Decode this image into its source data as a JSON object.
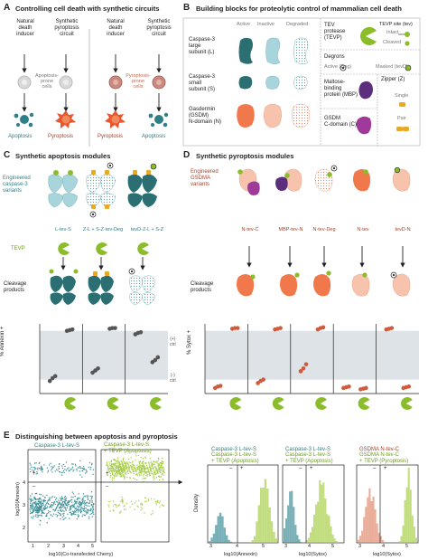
{
  "panelA": {
    "letter": "A",
    "title": "Controlling cell death with synthetic circuits",
    "col1_top": "Natural\ndeath\ninducer",
    "col2_top": "Synthetic\npyroptosis\ncircuit",
    "col3_top": "Natural\ndeath\ninducer",
    "col4_top": "Synthetic\npyroptosis\ncircuit",
    "apop_cells": "Apoptosis-\nprone\ncells",
    "pyro_cells": "Pyroptosis-\nprone\ncells",
    "out1": "Apoptosis",
    "out2": "Pyroptosis",
    "out3": "Pyroptosis",
    "out4": "Apoptosis"
  },
  "panelB": {
    "letter": "B",
    "title": "Building blocks for proteolytic control of mammalian cell death",
    "header_active": "Active",
    "header_inactive": "Inactive",
    "header_degraded": "Degraded",
    "row1": "Caspase-3\nlarge\nsubunit (L)",
    "row2": "Caspase-3\nsmall\nsubunit (S)",
    "row3": "Gasdermin\n(GSDM)\nN-domain (N)",
    "tevp": "TEV\nprotease\n(TEVP)",
    "tevp_site": "TEVP site (tev)",
    "intact": "Intact",
    "cleaved": "Cleaved",
    "degrons": "Degrons",
    "active_deg": "Active (Deg)",
    "masked": "Masked (tevD)",
    "mbp": "Maltose-\nbinding\nprotein (MBP)",
    "zipper": "Zipper (Z)",
    "single": "Single",
    "pair": "Pair",
    "gsdmc": "GSDM\nC-domain (C)"
  },
  "panelC": {
    "letter": "C",
    "title": "Synthetic apoptosis modules",
    "engineered": "Engineered\ncaspase-3\nvariants",
    "variants": [
      "L-tev-S",
      "Z-L + S-Z-tev-Deg",
      "tevD-Z-L + S-Z"
    ],
    "tevp": "TEVP",
    "cleavage": "Cleavage\nproducts",
    "ylabel": "% Annexin +",
    "ctrl_pos": "(+)\nctrl",
    "ctrl_neg": "(-)\nctrl"
  },
  "panelD": {
    "letter": "D",
    "title": "Synthetic pyroptosis modules",
    "engineered": "Engineered\nGSDMA\nvariants",
    "variants": [
      "N-tev-C",
      "MBP-tev-N",
      "N-tev-Deg",
      "N-tev",
      "tevD-N"
    ],
    "cleavage": "Cleavage\nproducts",
    "ylabel": "% Sytox +"
  },
  "panelE": {
    "letter": "E",
    "title": "Distinguishing between apoptosis and pyroptosis",
    "scatter1_label": "Caspase-3 L-tev-S",
    "scatter2_label": "Caspase-3 L-tev-S\n+ TEVP (Apoptosis)",
    "scatter_ylabel": "log10(Annexin)",
    "scatter_xlabel": "log10(Co-transfected Cherry)",
    "scatter_xticks": [
      "1",
      "2",
      "3",
      "4",
      "5"
    ],
    "scatter_yticks": [
      "4",
      "3",
      "2"
    ],
    "plus": "+",
    "minus": "–",
    "density": "Density",
    "h1_label1": "Caspase-3 L-tev-S",
    "h1_label2": "Caspase-3 L-tev-S\n+ TEVP (Apoptosis)",
    "h1_xlabel": "log10(Annexin)",
    "h1_xticks": [
      "3",
      "4",
      "5"
    ],
    "h2_label1": "Caspase-3 L-tev-S",
    "h2_label2": "Caspase-3 L-tev-S\n+ TEVP (Apoptosis)",
    "h2_xlabel": "log10(Sytox)",
    "h2_xticks": [
      "3",
      "4",
      "5"
    ],
    "h3_label1": "GSDMA N-tev-C",
    "h3_label2": "GSDMA N-tev-C\n+ TEVP (Pyroptosis)",
    "h3_xlabel": "log10(Sytox)",
    "h3_xticks": [
      "3",
      "4",
      "5"
    ]
  },
  "chart_data": [
    {
      "type": "scatter",
      "panel": "C",
      "ylabel": "% Annexin +",
      "groups": [
        {
          "variant": "L-tev-S",
          "minus_tevp": [
            18,
            22,
            25
          ],
          "plus_tevp": [
            90,
            91,
            92
          ]
        },
        {
          "variant": "Z-L + S-Z-tev-Deg",
          "minus_tevp": [
            30,
            33,
            36
          ],
          "plus_tevp": [
            93,
            94,
            94
          ]
        },
        {
          "variant": "tevD-Z-L + S-Z",
          "minus_tevp": [
            85,
            87,
            88
          ],
          "plus_tevp": [
            45,
            48,
            52
          ]
        }
      ]
    },
    {
      "type": "scatter",
      "panel": "D",
      "ylabel": "% Sytox +",
      "groups": [
        {
          "variant": "N-tev-C",
          "minus_tevp": [
            8,
            10,
            11
          ],
          "plus_tevp": [
            93,
            94,
            94
          ]
        },
        {
          "variant": "MBP-tev-N",
          "minus_tevp": [
            15,
            18,
            20
          ],
          "plus_tevp": [
            92,
            93,
            94
          ]
        },
        {
          "variant": "N-tev-Deg",
          "minus_tevp": [
            32,
            36,
            42
          ],
          "plus_tevp": [
            92,
            94,
            95
          ]
        },
        {
          "variant": "N-tev",
          "minus_tevp": [
            8,
            9,
            10
          ],
          "plus_tevp": [
            6,
            7,
            8
          ]
        },
        {
          "variant": "tevD-N",
          "minus_tevp": [
            92,
            93,
            94
          ],
          "plus_tevp": [
            8,
            9,
            10
          ]
        }
      ]
    }
  ]
}
